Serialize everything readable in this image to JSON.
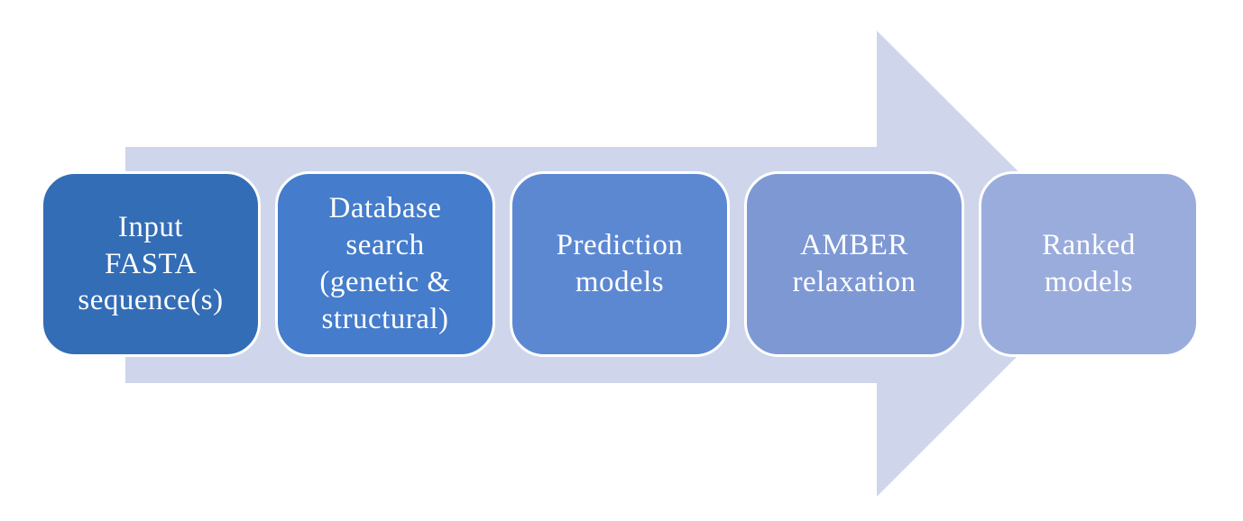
{
  "diagram": {
    "type": "process-flow-arrow",
    "background_color": "#ffffff",
    "arrow_color": "#cfd6eb",
    "text_color": "#ffffff",
    "steps": [
      {
        "label": "Input\nFASTA\nsequence(s)",
        "color": "#336db5"
      },
      {
        "label": "Database\nsearch\n(genetic &\nstructural)",
        "color": "#457ccb"
      },
      {
        "label": "Prediction\nmodels",
        "color": "#5c88d2"
      },
      {
        "label": "AMBER\nrelaxation",
        "color": "#7e98d4"
      },
      {
        "label": "Ranked\nmodels",
        "color": "#9aacdc"
      }
    ]
  }
}
